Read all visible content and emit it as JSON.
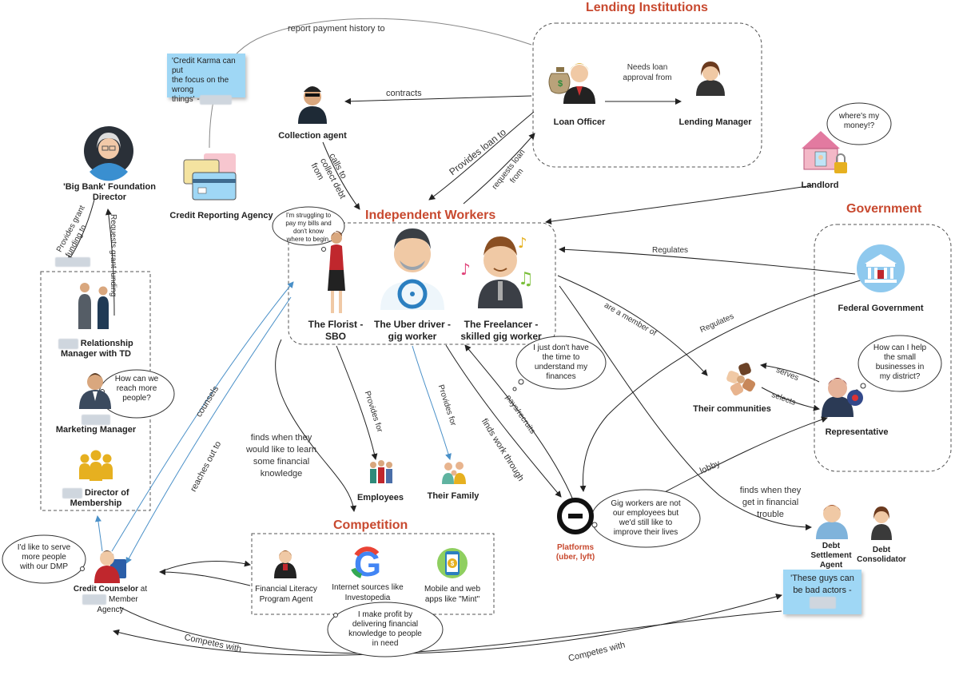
{
  "colors": {
    "title_red": "#c8492f",
    "sticky_blue": "#9fd7f5",
    "connector_blue": "#4a90c8",
    "connector_black": "#222222",
    "dash_box": "#555555"
  },
  "titles": {
    "lending": "Lending Institutions",
    "independent": "Independent Workers",
    "government": "Government",
    "competition": "Competition"
  },
  "nodes": {
    "collection_agent": "Collection agent",
    "credit_reporting_agency": "Credit Reporting Agency",
    "loan_officer": "Loan Officer",
    "lending_manager": "Lending Manager",
    "landlord": "Landlord",
    "foundation_director_1": "'Big Bank' Foundation",
    "foundation_director_2": "Director",
    "relationship_manager_1": "Relationship",
    "relationship_manager_2": "Manager with TD",
    "marketing_manager": "Marketing Manager",
    "director_membership_1": "Director of",
    "director_membership_2": "Membership",
    "florist_1": "The Florist -",
    "florist_2": "SBO",
    "uber_1": "The Uber driver -",
    "uber_2": "gig  worker",
    "freelancer_1": "The Freelancer -",
    "freelancer_2": "skilled gig worker",
    "federal_government": "Federal Government",
    "representative": "Representative",
    "their_communities": "Their communities",
    "employees": "Employees",
    "their_family": "Their Family",
    "platforms_1": "Platforms",
    "platforms_2": "(uber, lyft)",
    "debt_settlement_1": "Debt",
    "debt_settlement_2": "Settlement",
    "debt_settlement_3": "Agent",
    "debt_consolidator_1": "Debt",
    "debt_consolidator_2": "Consolidator",
    "credit_counselor_1": "Credit Counselor",
    "credit_counselor_at": "at",
    "credit_counselor_2": "Member",
    "credit_counselor_3": "Agency",
    "financial_literacy_1": "Financial Literacy",
    "financial_literacy_2": "Program Agent",
    "internet_sources_1": "Internet sources like",
    "internet_sources_2": "Investopedia",
    "mobile_apps_1": "Mobile and web",
    "mobile_apps_2": "apps like \"Mint\""
  },
  "edges": {
    "report_payment": "report payment history to",
    "contracts": "contracts",
    "needs_loan_1": "Needs loan",
    "needs_loan_2": "approval from",
    "calls_collect": "calls to\ncollect debt\nfrom",
    "provides_loan": "Provides loan to",
    "requests_loan": "requests loan\nfrom",
    "provides_grant": "Provides grant\nfunding to",
    "requests_grant": "Requests grant funding",
    "regulates_top": "Regulates",
    "regulates_mid": "Regulates",
    "member_of": "are a member of",
    "serves": "serves",
    "selects": "selects",
    "lobby": "lobby",
    "counsels": "counsels",
    "reaches_out": "reaches out to",
    "finds_learn": "finds when they\nwould like to learn\nsome financial\nknowledge",
    "provides_for_1": "Provides for",
    "provides_for_2": "Provides for",
    "pays_recruits": "pays/recruits",
    "finds_work": "finds work through",
    "finds_trouble": "finds when they\nget in financial\ntrouble",
    "competes_1": "Competes with",
    "competes_2": "Competes with"
  },
  "bubbles": {
    "wheres_money": "where's my\nmoney!?",
    "struggling": "I'm struggling to\npay my bills and\ndon't know\nwhere to begin.",
    "no_time": "I just don't have\nthe time to\nunderstand my\nfinances",
    "small_business": "How can I help\nthe small\nbusinesses in\nmy district?",
    "reach_more": "How can we\nreach more\npeople?",
    "serve_more": "I'd like to serve\nmore people\nwith our DMP",
    "gig_workers": "Gig workers are not\nour employees but\nwe'd still like to\nimprove their lives",
    "profit": "I make profit by\ndelivering financial\nknowledge to people\nin need"
  },
  "stickies": {
    "credit_karma": "'Credit Karma can put\nthe focus on the wrong\nthings' -",
    "bad_actors": "'These guys can\nbe bad actors -"
  },
  "icons": [
    "money-bag-icon",
    "loan-officer-icon",
    "lending-manager-icon",
    "collection-agent-icon",
    "director-avatar-icon",
    "credit-cards-icon",
    "house-lock-icon",
    "relationship-managers-icon",
    "marketing-manager-icon",
    "membership-group-icon",
    "florist-icon",
    "uber-driver-icon",
    "freelancer-icon",
    "music-note-icon",
    "capitol-building-icon",
    "representative-icon",
    "community-hands-icon",
    "employees-icon",
    "family-icon",
    "uber-logo-icon",
    "debt-agent-icon",
    "debt-consolidator-icon",
    "credit-counselor-icon",
    "literacy-agent-icon",
    "google-logo-icon",
    "mobile-app-icon"
  ]
}
